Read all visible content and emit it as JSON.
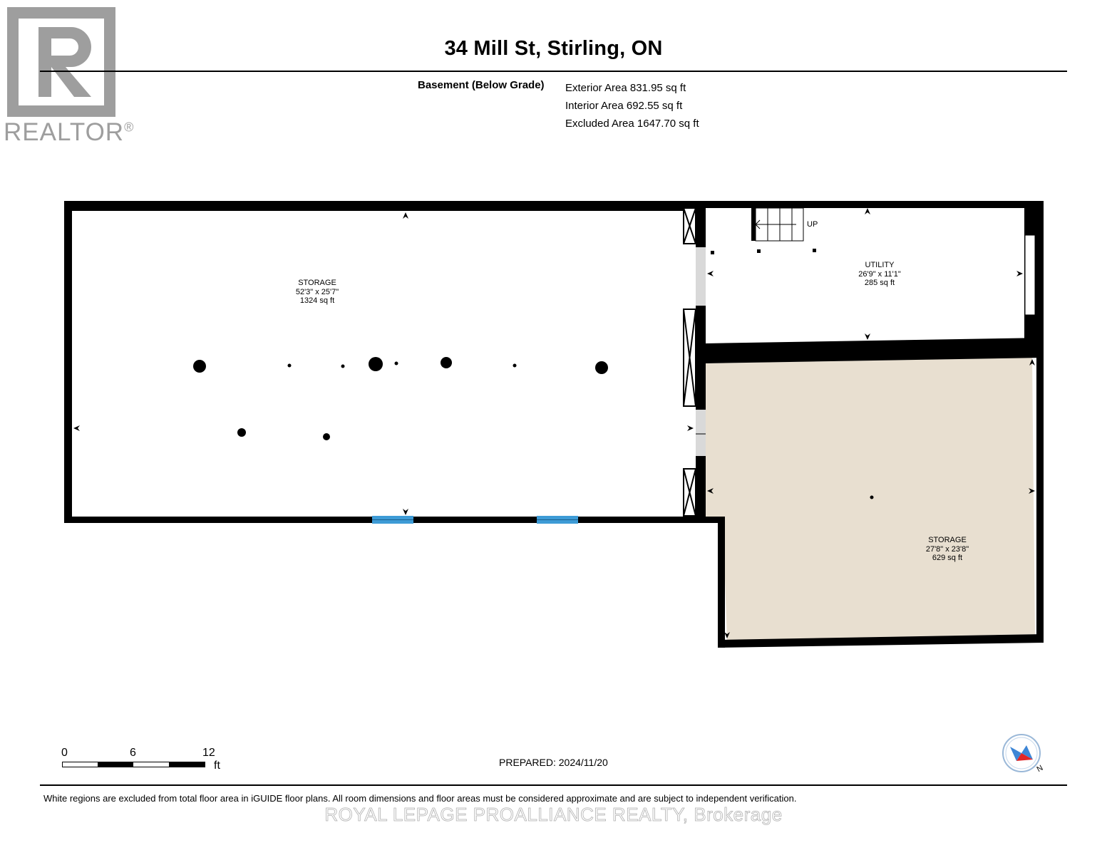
{
  "header": {
    "title": "34 Mill St, Stirling, ON",
    "level_name": "Basement (Below Grade)",
    "areas": [
      "Exterior Area 831.95 sq ft",
      "Interior Area 692.55 sq ft",
      "Excluded Area 1647.70 sq ft"
    ]
  },
  "logo": {
    "text": "REALTOR",
    "mark": "®",
    "icon": "realtor-r-logo"
  },
  "rooms": {
    "storage_left": {
      "name": "STORAGE",
      "dims": "52'3\" x 25'7\"",
      "area": "1324 sq ft"
    },
    "utility": {
      "name": "UTILITY",
      "dims": "26'9\" x 11'1\"",
      "area": "285 sq ft"
    },
    "storage_right": {
      "name": "STORAGE",
      "dims": "27'8\" x 23'8\"",
      "area": "629 sq ft"
    }
  },
  "stairs": {
    "label": "UP"
  },
  "scale": {
    "ticks": [
      "0",
      "6",
      "12"
    ],
    "unit": "ft"
  },
  "prepared": "PREPARED: 2024/11/20",
  "compass": {
    "label": "N",
    "icon": "compass-icon"
  },
  "footer": {
    "disclaimer": "White regions are excluded from total floor area in iGUIDE floor plans. All room dimensions and floor areas must be considered approximate and are subject to independent verification.",
    "watermark": "ROYAL LEPAGE PROALLIANCE REALTY, Brokerage"
  },
  "colors": {
    "wall": "#000000",
    "included_floor": "#e8dfd0",
    "window": "#3d9bd6",
    "opening": "#d9d9d9",
    "logo_gray": "#9e9e9e",
    "compass_red": "#e32626",
    "compass_blue": "#3d86d6"
  }
}
